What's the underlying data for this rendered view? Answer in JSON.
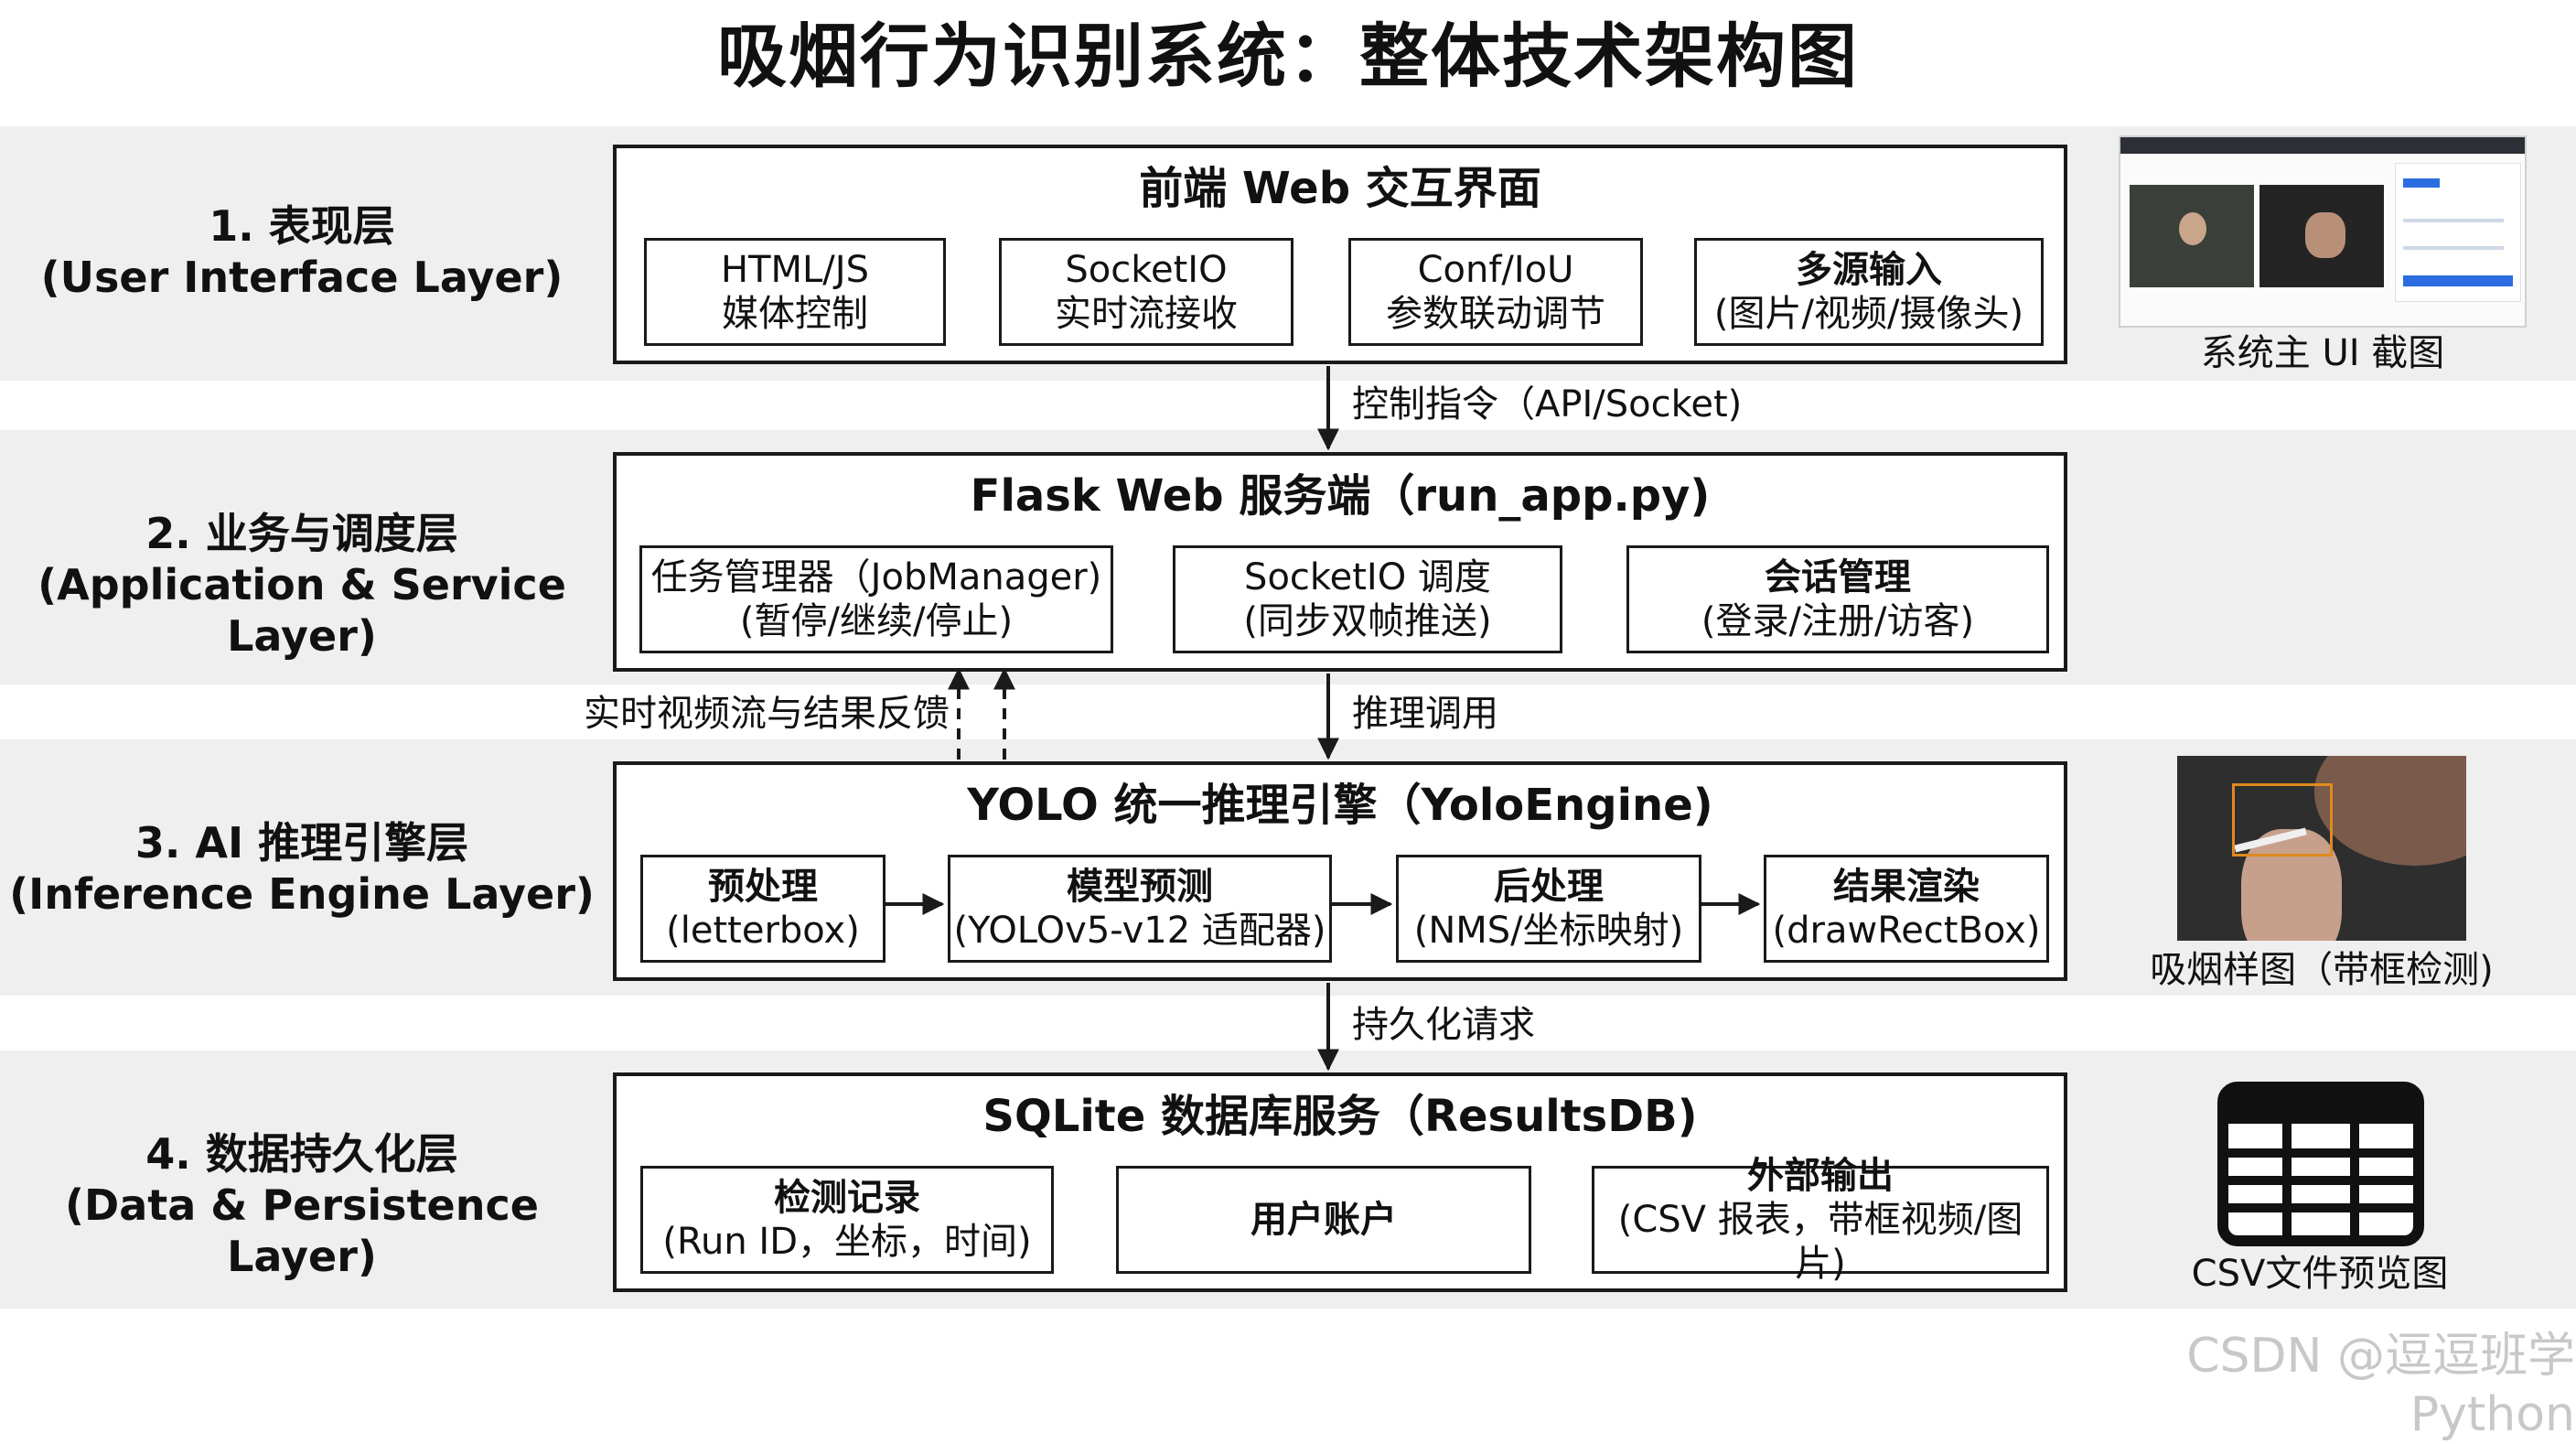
{
  "title": "吸烟行为识别系统：整体技术架构图",
  "layers": [
    {
      "name": "1. 表现层",
      "name_en": "(User Interface Layer)",
      "panel_title": "前端 Web 交互界面",
      "modules": [
        {
          "line1": "HTML/JS",
          "line2": "媒体控制"
        },
        {
          "line1": "SocketIO",
          "line2": "实时流接收"
        },
        {
          "line1": "Conf/IoU",
          "line2": "参数联动调节"
        },
        {
          "line1": "多源输入",
          "line2": "(图片/视频/摄像头)"
        }
      ],
      "side_caption": "系统主 UI 截图"
    },
    {
      "name": "2. 业务与调度层",
      "name_en": "(Application & Service Layer)",
      "panel_title": "Flask Web 服务端（run_app.py)",
      "modules": [
        {
          "line1": "任务管理器（JobManager)",
          "line2": "(暂停/继续/停止)"
        },
        {
          "line1": "SocketIO 调度",
          "line2": "(同步双帧推送)"
        },
        {
          "line1": "会话管理",
          "line2": "(登录/注册/访客)"
        }
      ]
    },
    {
      "name": "3. AI 推理引擎层",
      "name_en": "(Inference Engine Layer)",
      "panel_title": "YOLO 统一推理引擎（YoloEngine)",
      "modules": [
        {
          "line1": "预处理",
          "line2": "(letterbox)"
        },
        {
          "line1": "模型预测",
          "line2": "(YOLOv5-v12 适配器)"
        },
        {
          "line1": "后处理",
          "line2": "(NMS/坐标映射)"
        },
        {
          "line1": "结果渲染",
          "line2": "(drawRectBox)"
        }
      ],
      "side_caption": "吸烟样图（带框检测)"
    },
    {
      "name": "4. 数据持久化层",
      "name_en": "(Data & Persistence Layer)",
      "panel_title": "SQLite 数据库服务（ResultsDB)",
      "modules": [
        {
          "line1": "检测记录",
          "line2": "(Run ID，坐标，时间)"
        },
        {
          "line1": "用户账户",
          "line2": ""
        },
        {
          "line1": "外部输出",
          "line2": "(CSV 报表，带框视频/图片)"
        }
      ],
      "side_caption": "CSV文件预览图"
    }
  ],
  "connectors": {
    "ui_to_app": "控制指令（API/Socket)",
    "app_to_engine": "推理调用",
    "engine_to_app": "实时视频流与结果反馈",
    "engine_to_db": "持久化请求"
  },
  "watermark": "CSDN @逗逗班学Python"
}
